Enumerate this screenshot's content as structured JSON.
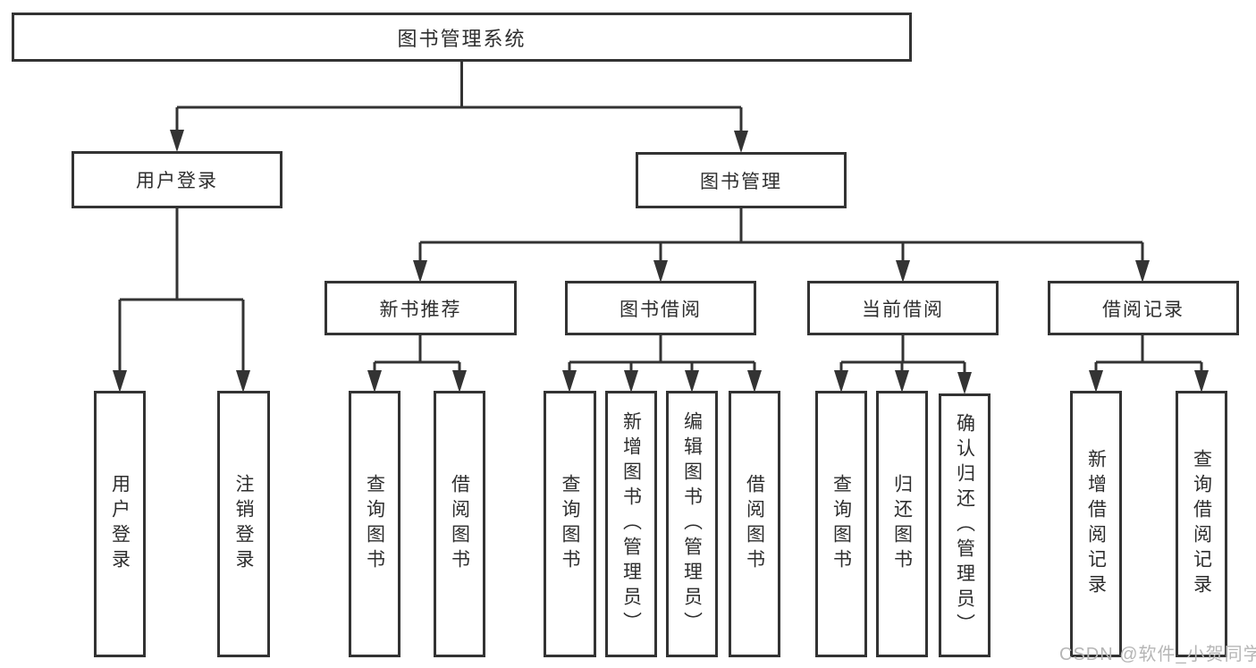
{
  "diagram": {
    "watermark": "CSDN @软件_小贺同学",
    "colors": {
      "line": "#333333",
      "node_border": "#333333",
      "node_text": "#2e2e2e",
      "node_background": "#ffffff",
      "watermark_text": "#b6b6b6",
      "page_background": "#ffffff"
    },
    "root": {
      "label": "图书管理系统",
      "children": [
        {
          "label": "用户登录",
          "children": [
            "用户登录",
            "注销登录"
          ]
        },
        {
          "label": "图书管理",
          "children": [
            {
              "label": "新书推荐",
              "children": [
                "查询图书",
                "借阅图书"
              ]
            },
            {
              "label": "图书借阅",
              "children": [
                "查询图书",
                "新增图书（管理员）",
                "编辑图书（管理员）",
                "借阅图书"
              ]
            },
            {
              "label": "当前借阅",
              "children": [
                "查询图书",
                "归还图书",
                "确认归还（管理员）"
              ]
            },
            {
              "label": "借阅记录",
              "children": [
                "新增借阅记录",
                "查询借阅记录"
              ]
            }
          ]
        }
      ]
    }
  }
}
